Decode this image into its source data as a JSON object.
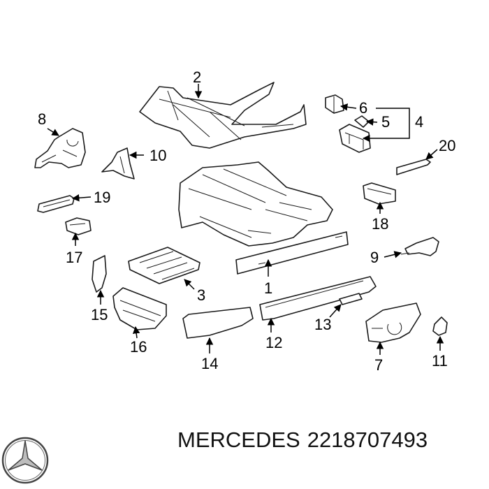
{
  "callouts": {
    "c1": "1",
    "c2": "2",
    "c3": "3",
    "c4": "4",
    "c5": "5",
    "c6": "6",
    "c7": "7",
    "c8": "8",
    "c9": "9",
    "c10": "10",
    "c11": "11",
    "c12": "12",
    "c13": "13",
    "c14": "14",
    "c15": "15",
    "c16": "16",
    "c17": "17",
    "c18": "18",
    "c19": "19",
    "c20": "20"
  },
  "footer": {
    "brand": "MERCEDES",
    "part_number": "2218707493"
  },
  "logo": {
    "icon": "mercedes-star-icon"
  },
  "colors": {
    "line": "#1a1a1a",
    "background": "#ffffff"
  }
}
